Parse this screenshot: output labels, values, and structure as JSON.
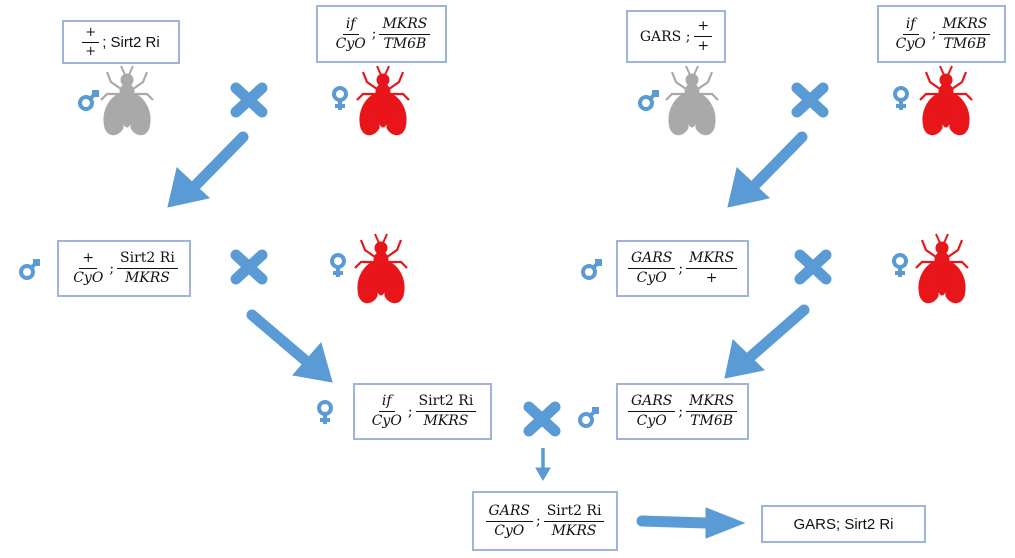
{
  "genotypes": {
    "p1_left_male": {
      "num": "+",
      "den": "+",
      "suffix": "; Sirt2 Ri"
    },
    "p1_left_female": {
      "a_num": "if",
      "a_den": "CyO",
      "b_num": "MKRS",
      "b_den": "TM6B"
    },
    "p1_right_male": {
      "prefix": "GARS ;",
      "num": "+",
      "den": "+"
    },
    "p1_right_female": {
      "a_num": "if",
      "a_den": "CyO",
      "b_num": "MKRS",
      "b_den": "TM6B"
    },
    "f1_left_male": {
      "a_num": "+",
      "a_den": "CyO",
      "b_num": "Sirt2 Ri",
      "b_den": "MKRS"
    },
    "f1_right_male": {
      "a_num": "GARS",
      "a_den": "CyO",
      "b_num": "MKRS",
      "b_den": "+"
    },
    "f2_female": {
      "a_num": "if",
      "a_den": "CyO",
      "b_num": "Sirt2 Ri",
      "b_den": "MKRS"
    },
    "f2_male": {
      "a_num": "GARS",
      "a_den": "CyO",
      "b_num": "MKRS",
      "b_den": "TM6B"
    },
    "f3": {
      "a_num": "GARS",
      "a_den": "CyO",
      "b_num": "Sirt2 Ri",
      "b_den": "MKRS"
    },
    "final": "GARS; Sirt2 Ri"
  },
  "symbols": {
    "male": "♂",
    "female": "♀",
    "cross": "✖"
  },
  "colors": {
    "accent": "#5b9bd5",
    "female_fly": "#e8151b",
    "male_fly": "#a9a9a9",
    "box_border": "#9fb4d6"
  }
}
